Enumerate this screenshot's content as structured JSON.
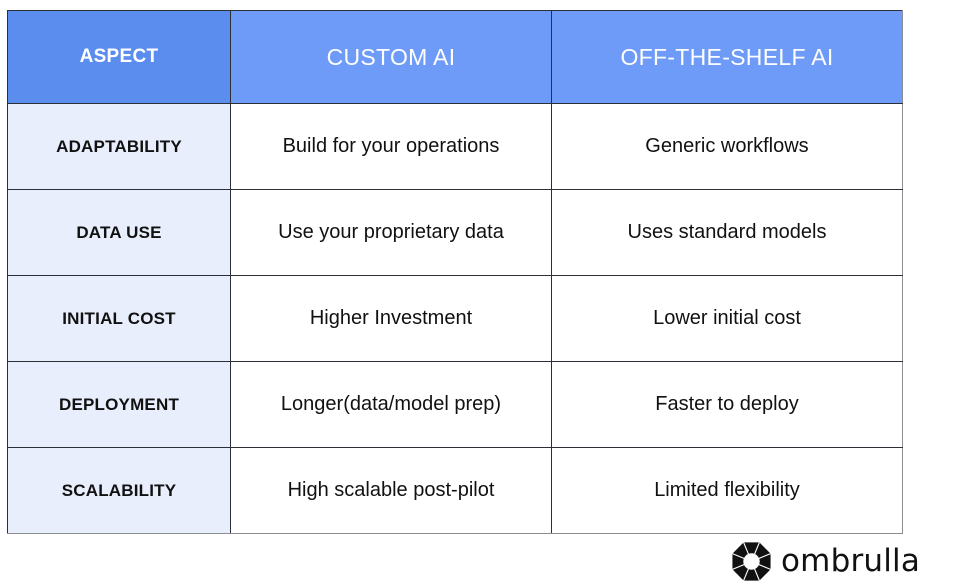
{
  "table": {
    "headers": [
      "ASPECT",
      "CUSTOM AI",
      "OFF-THE-SHELF AI"
    ],
    "rows": [
      {
        "aspect": "ADAPTABILITY",
        "custom": "Build for your operations",
        "off_the_shelf": "Generic workflows"
      },
      {
        "aspect": "DATA USE",
        "custom": "Use your proprietary data",
        "off_the_shelf": "Uses standard models"
      },
      {
        "aspect": "INITIAL COST",
        "custom": "Higher Investment",
        "off_the_shelf": "Lower initial cost"
      },
      {
        "aspect": "DEPLOYMENT",
        "custom": "Longer(data/model prep)",
        "off_the_shelf": "Faster to deploy"
      },
      {
        "aspect": "SCALABILITY",
        "custom": "High scalable post-pilot",
        "off_the_shelf": "Limited flexibility"
      }
    ]
  },
  "colors": {
    "header_aspect_bg": "#5b8def",
    "header_bg": "#6e9bf7",
    "aspect_col_bg": "#e8eefc",
    "border": "#2b2f36"
  },
  "brand": {
    "name": "ombrulla",
    "icon": "octagon-umbrella-logo-icon"
  }
}
